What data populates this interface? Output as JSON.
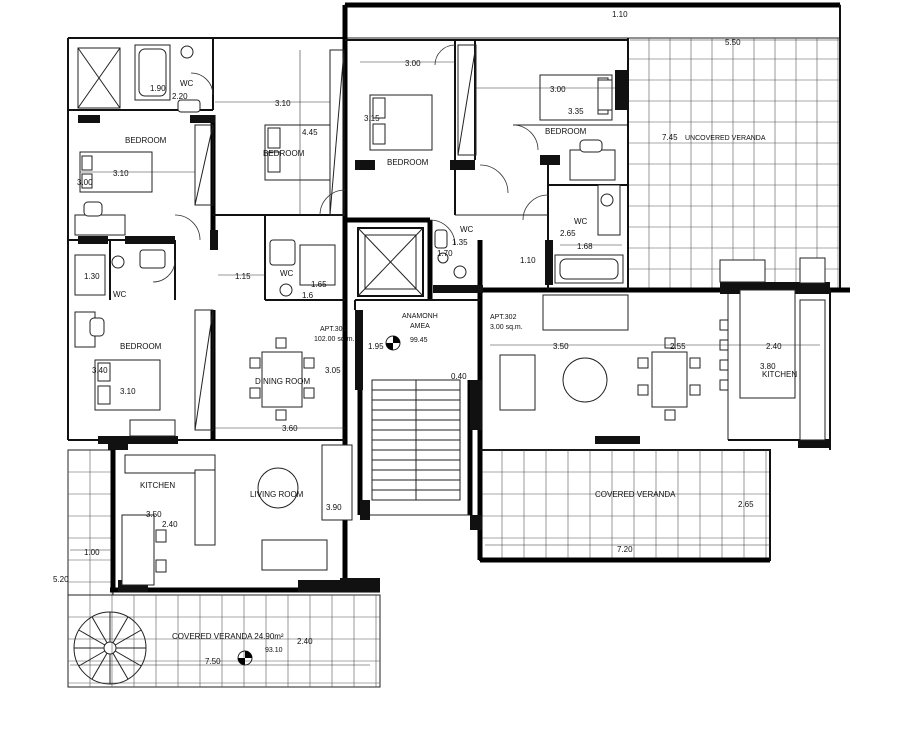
{
  "labels": {
    "bedroom_nw": "BEDROOM",
    "bedroom_n": "BEDROOM",
    "bedroom_w": "BEDROOM",
    "bedroom_mid": "BEDROOM",
    "bedroom_ne": "BEDROOM",
    "wc_n": "WC",
    "wc_w": "WC",
    "wc_c": "WC",
    "wc_mid": "WC",
    "wc_e": "WC",
    "dining": "DINING ROOM",
    "living": "LIVING ROOM",
    "kitchen_w": "KITCHEN",
    "kitchen_e": "KITCHEN",
    "covered_veranda_s": "COVERED VERANDA 24.90m²",
    "covered_veranda_e": "COVERED VERANDA",
    "uncovered_veranda": "UNCOVERED VERANDA",
    "apt301": "APT.301",
    "apt301_area": "102.00 sq.m.",
    "apt302": "APT.302",
    "apt302_area": "3.00 sq.m.",
    "lift_gr_1": "ΑΝΑΜΟΝΗ",
    "lift_gr_2": "ΑΜΕΑ",
    "level_stair": "99.45",
    "level_veranda": "93.10"
  },
  "dimensions": {
    "d_110_top": "1.10",
    "d_550": "5.50",
    "d_300_a": "3.00",
    "d_300_b": "3.00",
    "d_190": "1.90",
    "d_220": "2.20",
    "d_310_a": "3.10",
    "d_445": "4.45",
    "d_315": "3.15",
    "d_335": "3.35",
    "d_745": "7.45",
    "d_310_b": "3.10",
    "d_300_c": "3.00",
    "d_135": "1.35",
    "d_265_a": "2.65",
    "d_170": "1.70",
    "d_168": "1.68",
    "d_110_mid": "1.10",
    "d_130": "1.30",
    "d_115": "1.15",
    "d_165": "1.65",
    "d_16": "1.6",
    "d_195": "1.95",
    "d_350_a": "3.50",
    "d_255": "2.55",
    "d_240_a": "2.40",
    "d_380": "3.80",
    "d_340": "3.40",
    "d_310_c": "3.10",
    "d_305": "3.05",
    "d_040": "0.40",
    "d_360": "3.60",
    "d_350_b": "3.50",
    "d_240_b": "2.40",
    "d_390": "3.90",
    "d_265_b": "2.65",
    "d_720": "7.20",
    "d_100": "1.00",
    "d_520": "5.20",
    "d_240_c": "2.40",
    "d_750": "7.50"
  }
}
